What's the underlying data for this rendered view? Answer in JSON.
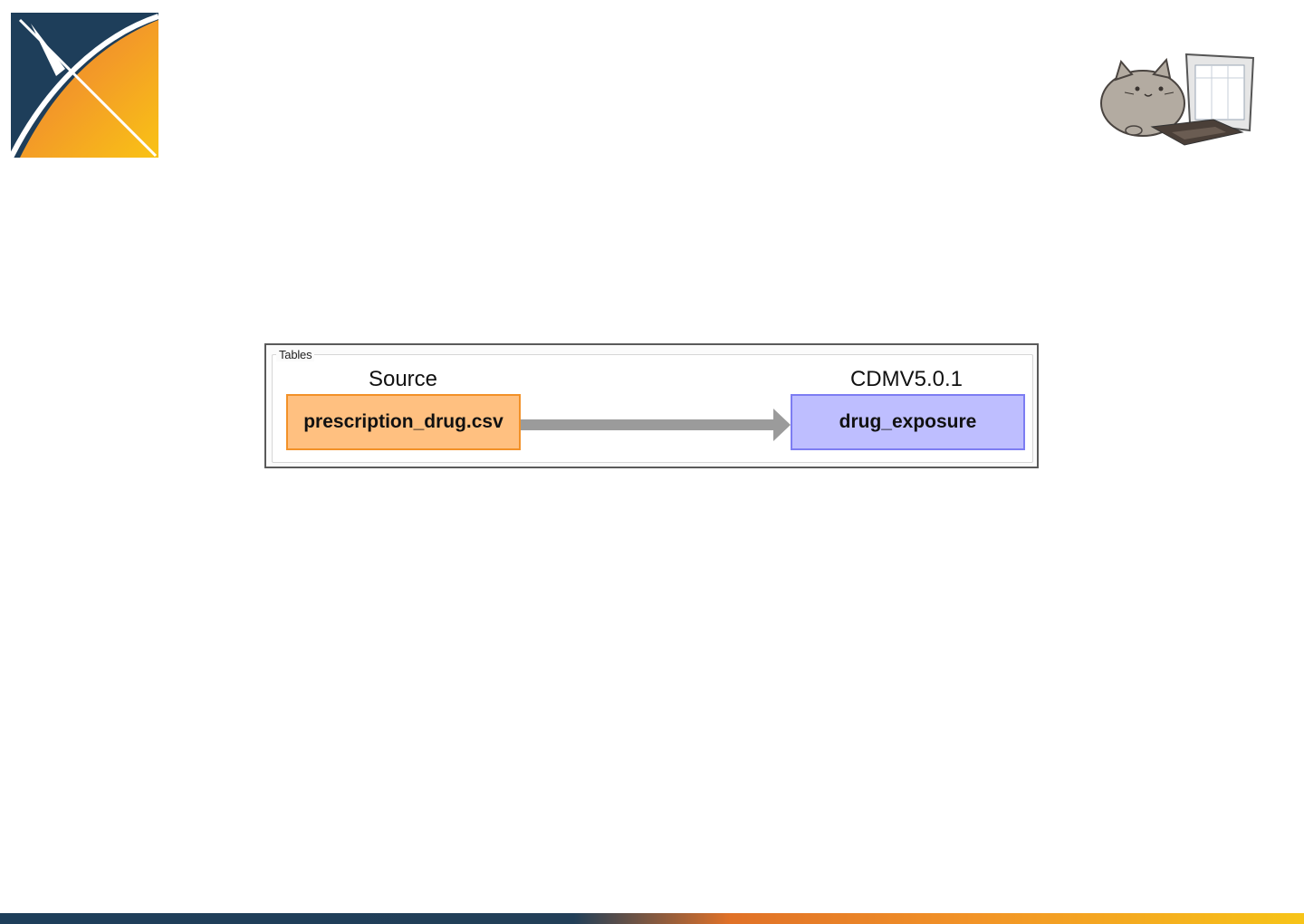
{
  "colors": {
    "logo_navy": "#1e3e5a",
    "logo_orange": "#f29128",
    "logo_yellow": "#f9c315",
    "source_fill": "#ffc080",
    "source_border": "#f29128",
    "target_fill": "#bebeff",
    "target_border": "#7d7df2",
    "arrow": "#9b9b9b"
  },
  "icons": {
    "logo": "ohdsi-logo-icon",
    "mascot": "cat-laptop-icon",
    "arrow": "arrow-right-icon"
  },
  "tables_panel": {
    "legend": "Tables",
    "source": {
      "header": "Source",
      "table": "prescription_drug.csv"
    },
    "target": {
      "header": "CDMV5.0.1",
      "table": "drug_exposure"
    }
  }
}
